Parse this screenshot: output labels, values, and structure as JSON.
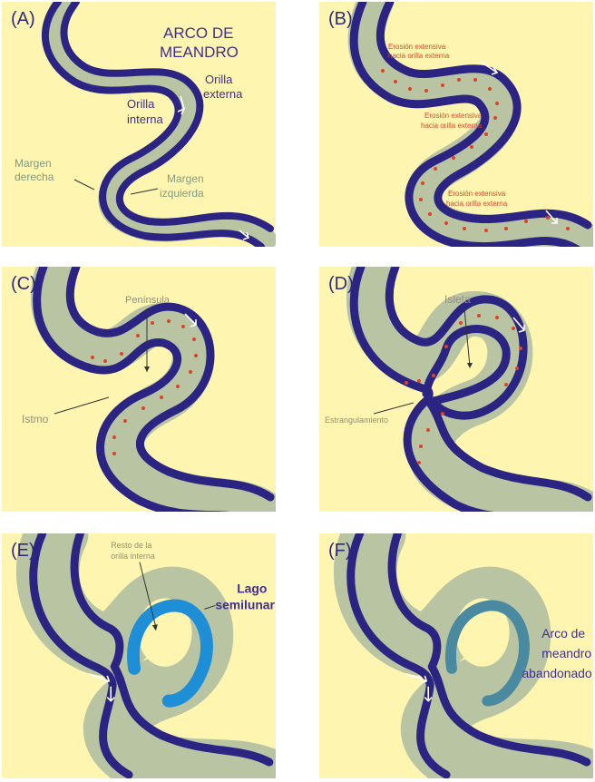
{
  "panels": [
    {
      "id": "A",
      "label": "(A)",
      "texts": {
        "title_1": "ARCO DE",
        "title_2": "MEANDRO",
        "orilla_externa_1": "Orilla",
        "orilla_externa_2": "externa",
        "orilla_interna_1": "Orilla",
        "orilla_interna_2": "interna",
        "margen_derecha_1": "Margen",
        "margen_derecha_2": "derecha",
        "margen_izquierda_1": "Margen",
        "margen_izquierda_2": "izquierda"
      }
    },
    {
      "id": "B",
      "label": "(B)",
      "texts": {
        "erosion_1a": "Erosión extensiva",
        "erosion_1b": "hacia orilla externa",
        "erosion_2a": "Erosión extensiva",
        "erosion_2b": "hacia orilla externa",
        "erosion_3a": "Erosión extensiva",
        "erosion_3b": "hacia orilla externa"
      }
    },
    {
      "id": "C",
      "label": "(C)",
      "texts": {
        "peninsula": "Península",
        "istmo": "Istmo"
      }
    },
    {
      "id": "D",
      "label": "(D)",
      "texts": {
        "isleta": "Isleta",
        "estrangulamiento": "Estrangulamiento"
      }
    },
    {
      "id": "E",
      "label": "(E)",
      "texts": {
        "resto_1": "Resto de la",
        "resto_2": "orilla interna",
        "lago_1": "Lago",
        "lago_2": "semilunar"
      }
    },
    {
      "id": "F",
      "label": "(F)",
      "texts": {
        "arco_1": "Arco de",
        "arco_2": "meandro",
        "arco_3": "abandonado"
      }
    }
  ],
  "colors": {
    "background": "#fef6b0",
    "plain": "#b9c4a2",
    "bank": "#2b2483",
    "lake": "#1e8fd6",
    "abandoned": "#4a8aa0",
    "erosion": "#e0412a"
  }
}
